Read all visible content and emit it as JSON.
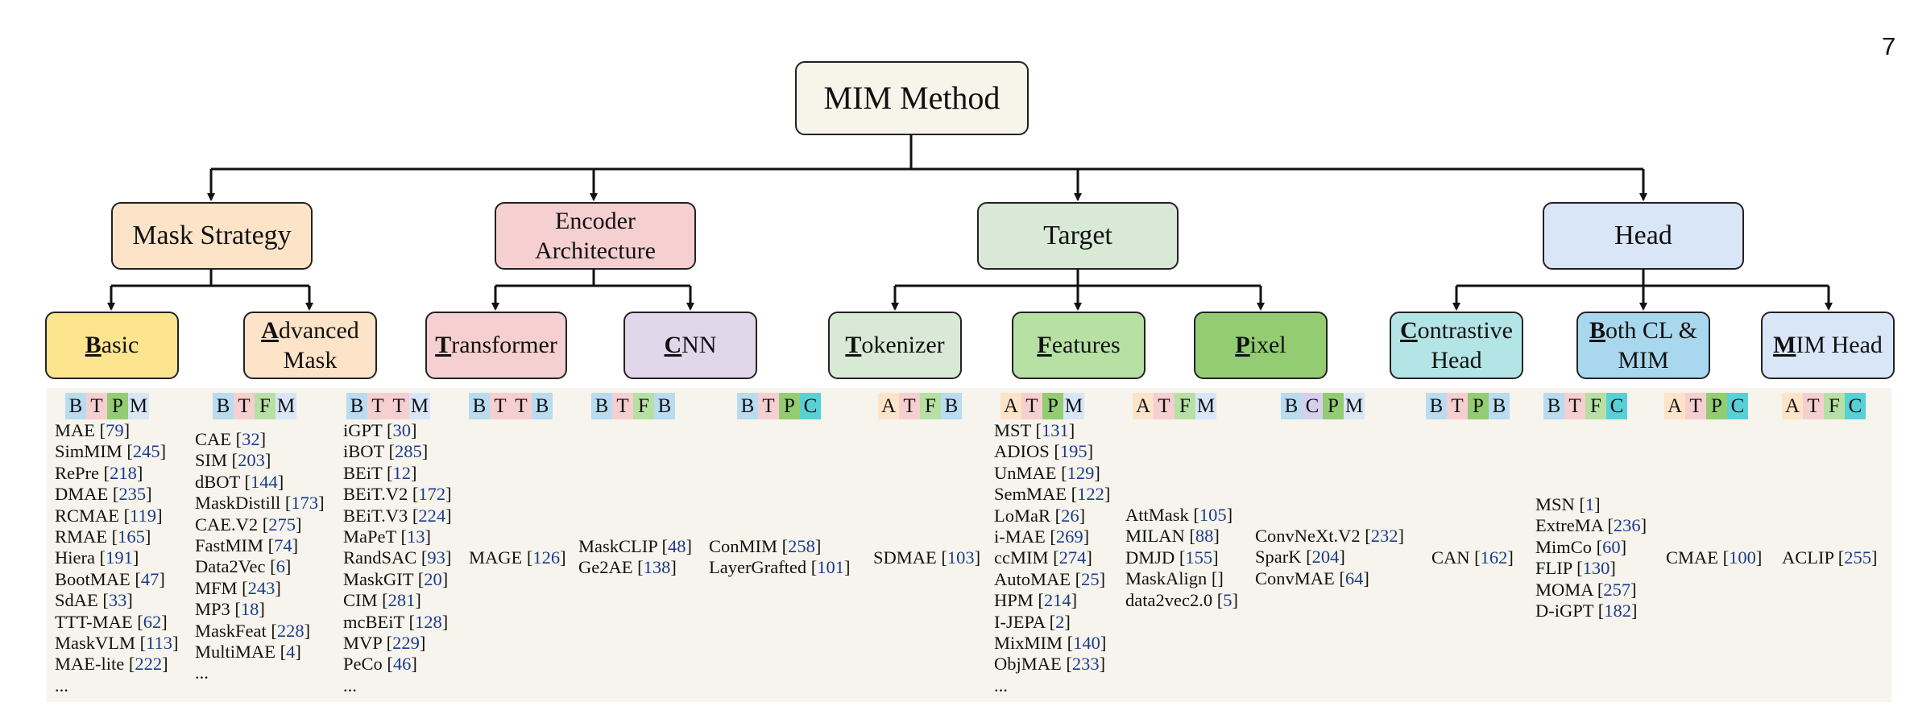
{
  "page_number": "7",
  "root": {
    "label": "MIM Method",
    "color": "#f7f4ea"
  },
  "categories": [
    {
      "id": "mask",
      "label": "Mask Strategy",
      "color": "#fde4c8"
    },
    {
      "id": "encoder",
      "label": "Encoder Architecture",
      "color": "#f6cfd0"
    },
    {
      "id": "target",
      "label": "Target",
      "color": "#d8ead6"
    },
    {
      "id": "head",
      "label": "Head",
      "color": "#d8e6f8"
    }
  ],
  "subcategories": [
    {
      "id": "basic",
      "first": "B",
      "rest": "asic",
      "color": "#fde58f"
    },
    {
      "id": "advanced",
      "first": "A",
      "rest": "dvanced Mask",
      "color": "#fde4c8"
    },
    {
      "id": "transformer",
      "first": "T",
      "rest": "ransformer",
      "color": "#f6cfd0"
    },
    {
      "id": "cnn",
      "first": "C",
      "rest": "NN",
      "color": "#e2d6ea"
    },
    {
      "id": "tokenizer",
      "first": "T",
      "rest": "okenizer",
      "color": "#d8ead6"
    },
    {
      "id": "features",
      "first": "F",
      "rest": "eatures",
      "color": "#b7e0a4"
    },
    {
      "id": "pixel",
      "first": "P",
      "rest": "ixel",
      "color": "#93cc72"
    },
    {
      "id": "contrastive",
      "first": "C",
      "rest": "ontrastive Head",
      "color": "#b3e4e6"
    },
    {
      "id": "bothcl",
      "first": "B",
      "rest": "oth CL & MIM",
      "color": "#a9d8ee"
    },
    {
      "id": "mimhead",
      "first": "M",
      "rest": "IM Head",
      "color": "#d8e6f8"
    }
  ],
  "tag_colors": {
    "B": "#b9dcf1",
    "T": "#f6cfd0",
    "P": "#93cc72",
    "M": "#d8e6f8",
    "F": "#b7e0a4",
    "C": "#59d0d6",
    "A": "#fde4c8",
    "Cp": "#d6d0ec"
  },
  "groups": [
    {
      "tags": [
        "B",
        "T",
        "P",
        "M"
      ],
      "items": [
        [
          "MAE",
          "79"
        ],
        [
          "SimMIM",
          "245"
        ],
        [
          "RePre",
          "218"
        ],
        [
          "DMAE",
          "235"
        ],
        [
          "RCMAE",
          "119"
        ],
        [
          "RMAE",
          "165"
        ],
        [
          "Hiera",
          "191"
        ],
        [
          "BootMAE",
          "47"
        ],
        [
          "SdAE",
          "33"
        ],
        [
          "TTT-MAE",
          "62"
        ],
        [
          "MaskVLM",
          "113"
        ],
        [
          "MAE-lite",
          "222"
        ],
        [
          "...",
          ""
        ]
      ]
    },
    {
      "tags": [
        "B",
        "T",
        "F",
        "M"
      ],
      "items": [
        [
          "CAE",
          "32"
        ],
        [
          "SIM",
          "203"
        ],
        [
          "dBOT",
          "144"
        ],
        [
          "MaskDistill",
          "173"
        ],
        [
          "CAE.V2",
          "275"
        ],
        [
          "FastMIM",
          "74"
        ],
        [
          "Data2Vec",
          "6"
        ],
        [
          "MFM",
          "243"
        ],
        [
          "MP3",
          "18"
        ],
        [
          "MaskFeat",
          "228"
        ],
        [
          "MultiMAE",
          "4"
        ],
        [
          "...",
          ""
        ]
      ]
    },
    {
      "tags": [
        "B",
        "T",
        "T",
        "M"
      ],
      "items": [
        [
          "iGPT",
          "30"
        ],
        [
          "iBOT",
          "285"
        ],
        [
          "BEiT",
          "12"
        ],
        [
          "BEiT.V2",
          "172"
        ],
        [
          "BEiT.V3",
          "224"
        ],
        [
          "MaPeT",
          "13"
        ],
        [
          "RandSAC",
          "93"
        ],
        [
          "MaskGIT",
          "20"
        ],
        [
          "CIM",
          "281"
        ],
        [
          "mcBEiT",
          "128"
        ],
        [
          "MVP",
          "229"
        ],
        [
          "PeCo",
          "46"
        ],
        [
          "...",
          ""
        ]
      ]
    },
    {
      "tags": [
        "B",
        "T",
        "T",
        "B"
      ],
      "items": [
        [
          "MAGE",
          "126"
        ]
      ]
    },
    {
      "tags": [
        "B",
        "T",
        "F",
        "B"
      ],
      "items": [
        [
          "MaskCLIP",
          "48"
        ],
        [
          "Ge2AE",
          "138"
        ]
      ]
    },
    {
      "tags": [
        "B",
        "T",
        "P",
        "C"
      ],
      "items": [
        [
          "ConMIM",
          "258"
        ],
        [
          "LayerGrafted",
          "101"
        ]
      ]
    },
    {
      "tags": [
        "A",
        "T",
        "F",
        "B"
      ],
      "items": [
        [
          "SDMAE",
          "103"
        ]
      ]
    },
    {
      "tags": [
        "A",
        "T",
        "P",
        "M"
      ],
      "items": [
        [
          "MST",
          "131"
        ],
        [
          "ADIOS",
          "195"
        ],
        [
          "UnMAE",
          "129"
        ],
        [
          "SemMAE",
          "122"
        ],
        [
          "LoMaR",
          "26"
        ],
        [
          "i-MAE",
          "269"
        ],
        [
          "ccMIM",
          "274"
        ],
        [
          "AutoMAE",
          "25"
        ],
        [
          "HPM",
          "214"
        ],
        [
          "I-JEPA",
          "2"
        ],
        [
          "MixMIM",
          "140"
        ],
        [
          "ObjMAE",
          "233"
        ],
        [
          "...",
          ""
        ]
      ]
    },
    {
      "tags": [
        "A",
        "T",
        "F",
        "M"
      ],
      "items": [
        [
          "AttMask",
          "105"
        ],
        [
          "MILAN",
          "88"
        ],
        [
          "DMJD",
          "155"
        ],
        [
          "MaskAlign",
          ""
        ],
        [
          "data2vec2.0",
          "5"
        ]
      ]
    },
    {
      "tags": [
        "B",
        "C",
        "P",
        "M"
      ],
      "items": [
        [
          "ConvNeXt.V2",
          "232"
        ],
        [
          "SparK",
          "204"
        ],
        [
          "ConvMAE",
          "64"
        ]
      ]
    },
    {
      "tags": [
        "B",
        "T",
        "P",
        "B"
      ],
      "items": [
        [
          "CAN",
          "162"
        ]
      ]
    },
    {
      "tags": [
        "B",
        "T",
        "F",
        "C"
      ],
      "items": [
        [
          "MSN",
          "1"
        ],
        [
          "ExtreMA",
          "236"
        ],
        [
          "MimCo",
          "60"
        ],
        [
          "FLIP",
          "130"
        ],
        [
          "MOMA",
          "257"
        ],
        [
          "D-iGPT",
          "182"
        ]
      ]
    },
    {
      "tags": [
        "A",
        "T",
        "P",
        "C"
      ],
      "items": [
        [
          "CMAE",
          "100"
        ]
      ]
    },
    {
      "tags": [
        "A",
        "T",
        "F",
        "C"
      ],
      "items": [
        [
          "ACLIP",
          "255"
        ]
      ]
    }
  ]
}
